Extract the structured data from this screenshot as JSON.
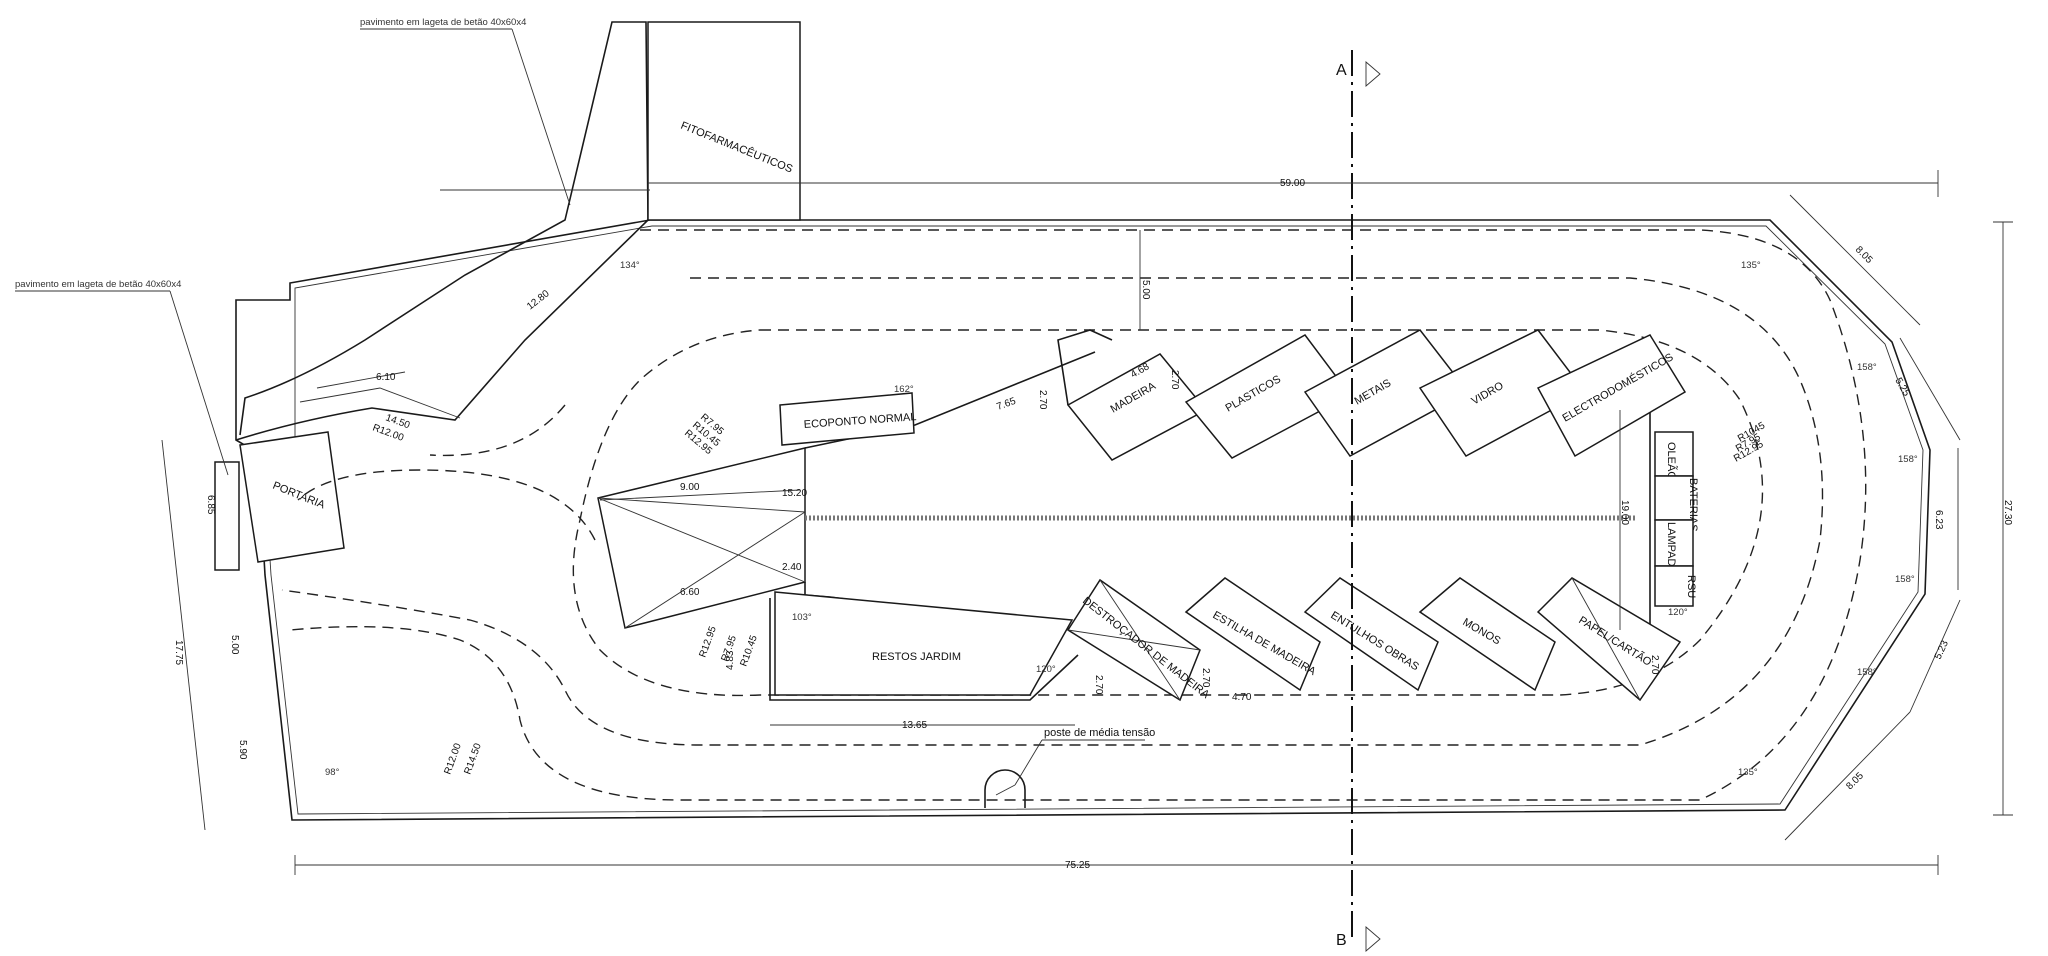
{
  "notes": {
    "paving_top": "pavimento em lageta de betão 40x60x4",
    "paving_left": "pavimento em lageta de betão 40x60x4",
    "pole": "poste de média tensão"
  },
  "section": {
    "a": "A",
    "b": "B"
  },
  "zones": {
    "fitofarmaceuticos": "FITOFARMACÊUTICOS",
    "portaria": "PORTARIA",
    "ecoponto": "ECOPONTO NORMAL",
    "madeira": "MADEIRA",
    "plasticos": "PLASTICOS",
    "metais": "METAIS",
    "vidro": "VIDRO",
    "electro": "ELECTRODOMÉSTICOS",
    "oleao": "OLEÃO",
    "baterias": "BATERIAS",
    "lampadas": "LAMPADAS",
    "rsu": "RSU",
    "restos": "RESTOS JARDIM",
    "destrocador": "DESTROÇADOR DE MADEIRA",
    "estilha": "ESTILHA DE MADEIRA",
    "entulhos": "ENTULHOS OBRAS",
    "monos": "MONOS",
    "papel": "PAPEL/CARTÃO"
  },
  "dims": {
    "d5900": "59.00",
    "d7525": "75.25",
    "d2730": "27.30",
    "d1775": "17.75",
    "d1280": "12.80",
    "d610": "6.10",
    "d685": "6.85",
    "d500l": "5.00",
    "d590": "5.90",
    "d805t": "8.05",
    "d805b": "8.05",
    "d525t": "5.25",
    "d523b": "5.23",
    "d623": "6.23",
    "d500c": "5.00",
    "d468": "4.68",
    "d270a": "2.70",
    "d270b": "2.70",
    "d765": "7.65",
    "d900": "9.00",
    "d1520": "15.20",
    "d660": "6.60",
    "d240": "2.40",
    "d1365": "13.65",
    "d270c": "2.70",
    "d270d": "2.70",
    "d470": "4.70",
    "d270e": "2.70",
    "d1900": "19.00",
    "d483": "4.83"
  },
  "radii": {
    "r1450t": "14.50",
    "r1200t": "R12.00",
    "r795l": "R7.95",
    "r1045l": "R10.45",
    "r1295l": "R12.95",
    "r1045r": "R1045",
    "r795r": "R7.95",
    "r1295r": "R12.95",
    "r1295b": "R12.95",
    "r795b": "R7.95",
    "r1045b": "R10.45",
    "r1200b": "R12.00",
    "r1450b": "R14.50"
  },
  "angles": {
    "a134": "134°",
    "a135t": "135°",
    "a158a": "158°",
    "a158b": "158°",
    "a158c": "158°",
    "a158d": "158°",
    "a135b": "135°",
    "a98": "98°",
    "a162": "162°",
    "a103": "103°",
    "a120": "120°",
    "a120b": "120°"
  }
}
